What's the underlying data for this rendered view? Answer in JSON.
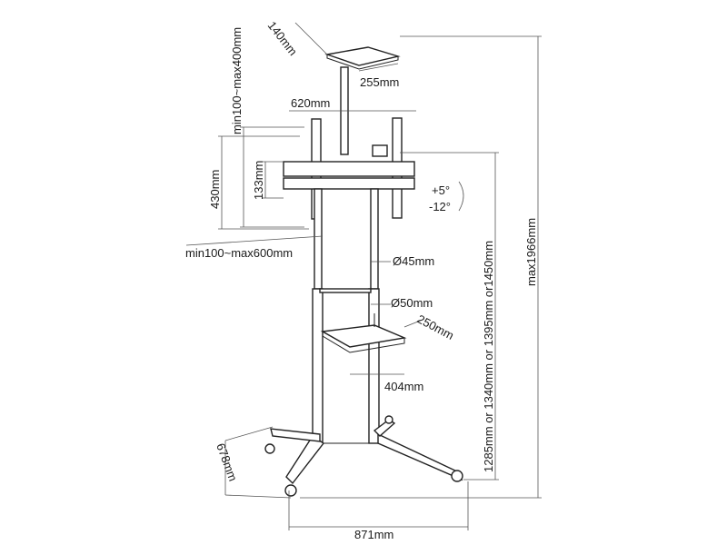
{
  "dimensions": {
    "shelf_top_depth": "140mm",
    "shelf_top_width": "255mm",
    "vesa_height_range": "min100~max400mm",
    "bracket_width": "620mm",
    "bracket_height": "430mm",
    "rail_height": "133mm",
    "vesa_width_range": "min100~max600mm",
    "tilt_up": "+5°",
    "tilt_down": "-12°",
    "pole_upper_diameter": "Ø45mm",
    "pole_lower_diameter": "Ø50mm",
    "shelf_depth": "250mm",
    "shelf_width": "404mm",
    "base_depth": "678mm",
    "base_width": "871mm",
    "height_options": "1285mm or 1340mm or 1395mm or1450mm",
    "max_height": "max1966mm"
  },
  "colors": {
    "line": "#222222",
    "dimension": "#555555",
    "text": "#1a1a1a"
  }
}
